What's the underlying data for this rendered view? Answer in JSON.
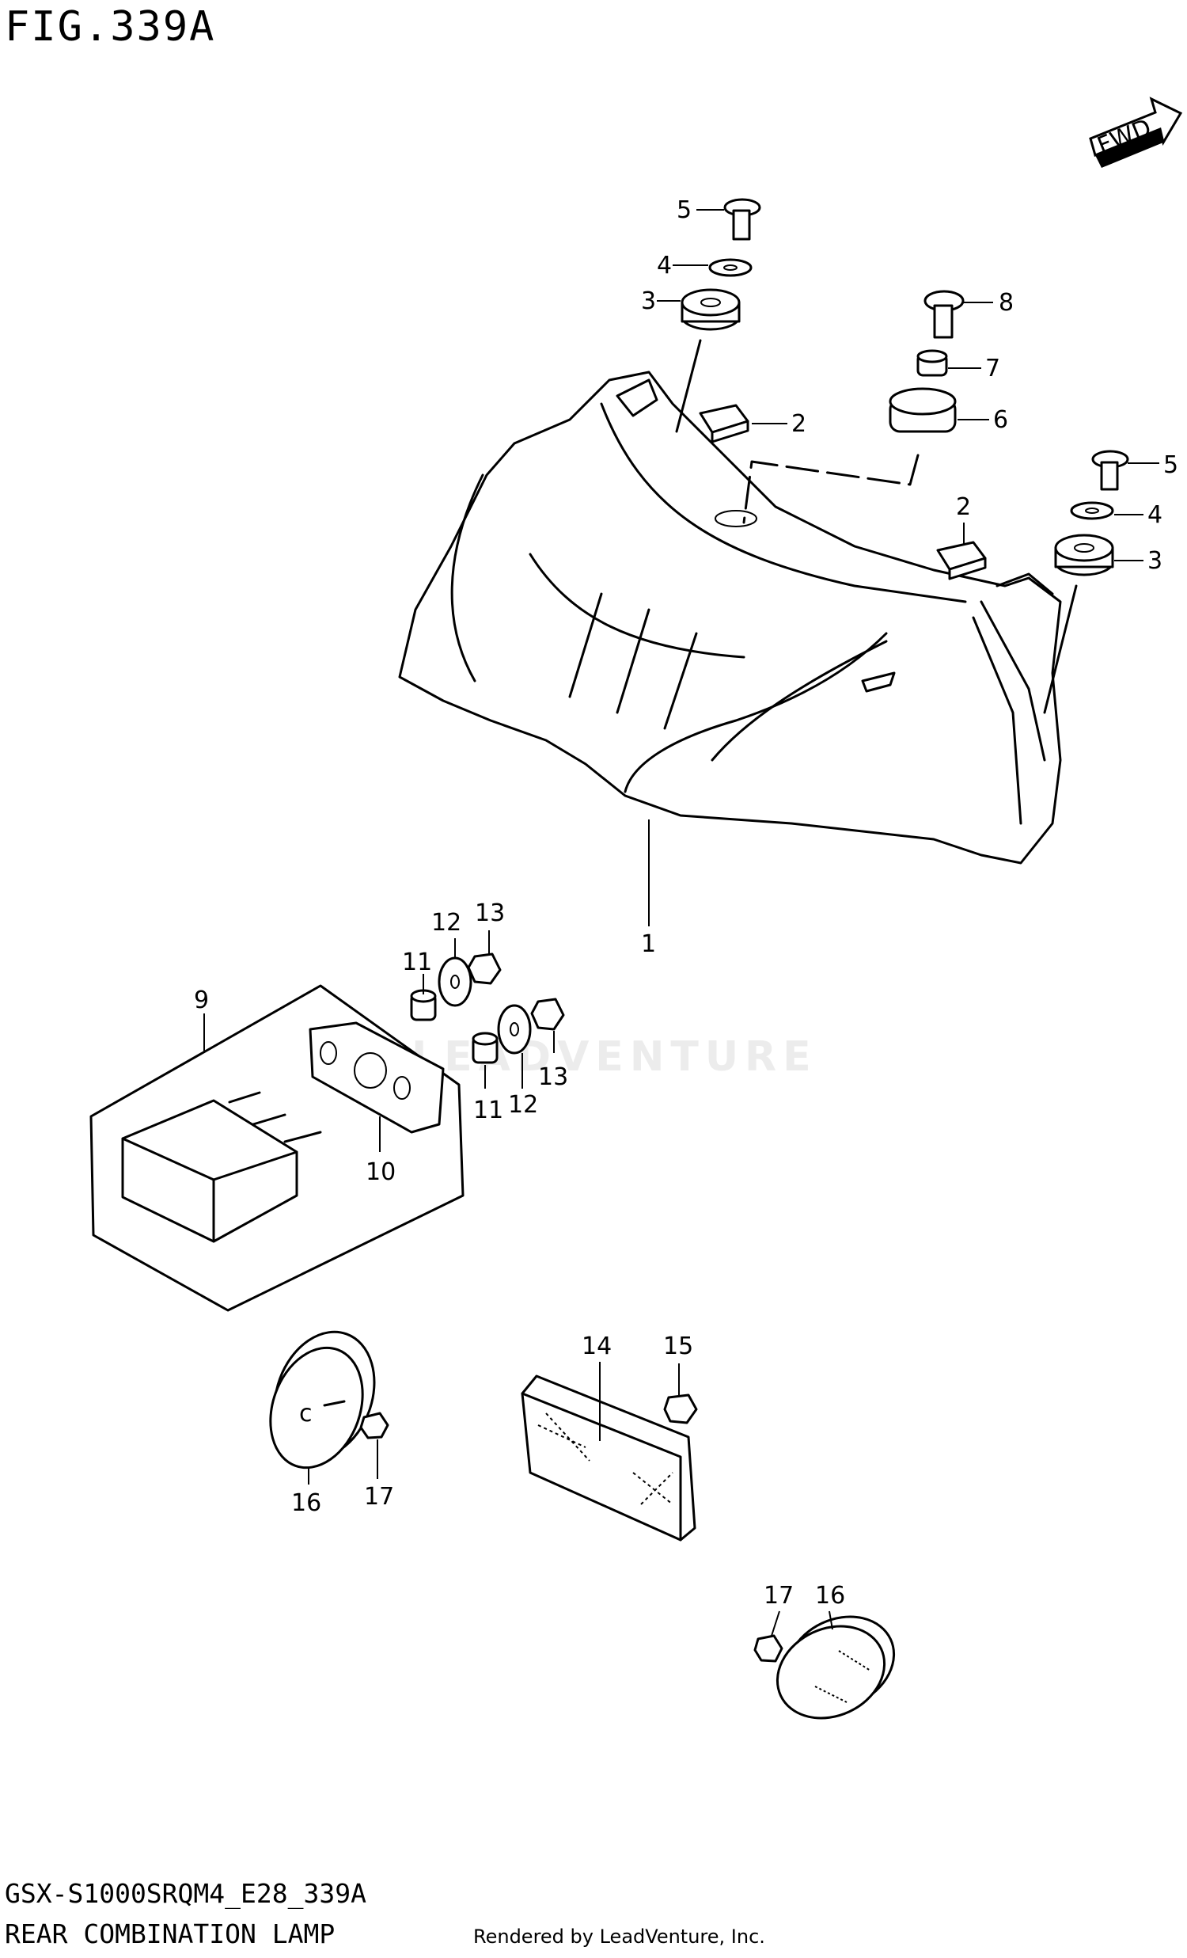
{
  "figure": {
    "title": "FIG.339A",
    "fwd_label": "FWD",
    "code": "GSX-S1000SRQM4_E28_339A",
    "name": "REAR COMBINATION LAMP",
    "rendered_by": "Rendered by LeadVenture, Inc.",
    "watermark": "LEADVENTURE"
  },
  "callouts": {
    "c1": "1",
    "c2a": "2",
    "c2b": "2",
    "c3a": "3",
    "c3b": "3",
    "c4a": "4",
    "c4b": "4",
    "c5a": "5",
    "c5b": "5",
    "c6": "6",
    "c7": "7",
    "c8": "8",
    "c9": "9",
    "c10": "10",
    "c11a": "11",
    "c11b": "11",
    "c12a": "12",
    "c12b": "12",
    "c13a": "13",
    "c13b": "13",
    "c14": "14",
    "c15": "15",
    "c16a": "16",
    "c16b": "16",
    "c17a": "17",
    "c17b": "17"
  }
}
